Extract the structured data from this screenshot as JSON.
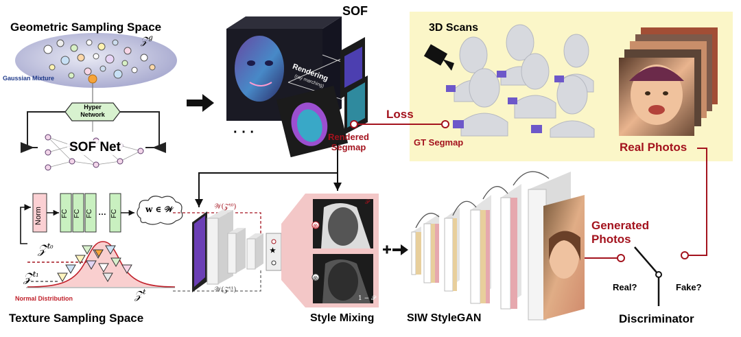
{
  "labels": {
    "geo_space": "Geometric Sampling Space",
    "zg": "𝒵",
    "zg_sup": "g",
    "gaussian": "Gaussian Mixture",
    "hyper1": "Hyper",
    "hyper2": "Network",
    "sof_net": "SOF Net",
    "sof": "SOF",
    "rendering": "Rendering",
    "ray": "(ray marching)",
    "dots": "· · ·",
    "loss": "Loss",
    "rendered_segmap_1": "Rendered",
    "rendered_segmap_2": "Segmap",
    "scans": "3D Scans",
    "gt_segmap": "GT Segmap",
    "real_photos": "Real Photos",
    "norm": "Norm",
    "fc": "FC",
    "w_in_W": "w ∈ 𝒲",
    "zt0": "𝒵",
    "zt0_sup": "t₀",
    "zt1": "𝒵",
    "zt1_sup": "t₁",
    "zt": "𝒵",
    "zt_sup": "t",
    "normal_dist": "Normal Distribution",
    "texture_space": "Texture Sampling Space",
    "w_zt0": "𝒲(𝒵ᵗ⁰)",
    "w_zt1": "𝒲(𝒵ᵗ¹)",
    "p": "𝒫",
    "one_minus_p": "1 − 𝒫",
    "style_mixing": "Style Mixing",
    "siw": "SIW StyleGAN",
    "generated_1": "Generated",
    "generated_2": "Photos",
    "real_q": "Real?",
    "fake_q": "Fake?",
    "discriminator": "Discriminator"
  },
  "icons": [
    "camera-icon",
    "plus-icon",
    "arrow-right-icon",
    "switch-icon"
  ],
  "colors": {
    "red": "#a3121d",
    "gaussian_blue": "#1f3a8a",
    "pink_panel": "#f3c7c7",
    "yellow_panel": "#fbf6c8",
    "net_green": "#d8f2cf",
    "fc_green": "#c9f0c0"
  }
}
